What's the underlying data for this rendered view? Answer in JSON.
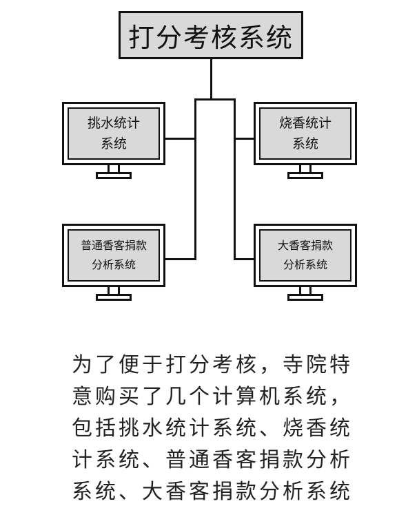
{
  "diagram": {
    "title": "打分考核系统",
    "monitors": [
      {
        "line1": "挑水统计",
        "line2": "系统"
      },
      {
        "line1": "烧香统计",
        "line2": "系统"
      },
      {
        "line1": "普通香客捐款",
        "line2": "分析系统"
      },
      {
        "line1": "大香客捐款",
        "line2": "分析系统"
      }
    ]
  },
  "caption": {
    "lines": [
      "为了便于打分考核，寺院特",
      "意购买了几个计算机系统，",
      "包括挑水统计系统、烧香统",
      "计系统、普通香客捐款分析",
      "系统、大香客捐款分析系统"
    ]
  }
}
